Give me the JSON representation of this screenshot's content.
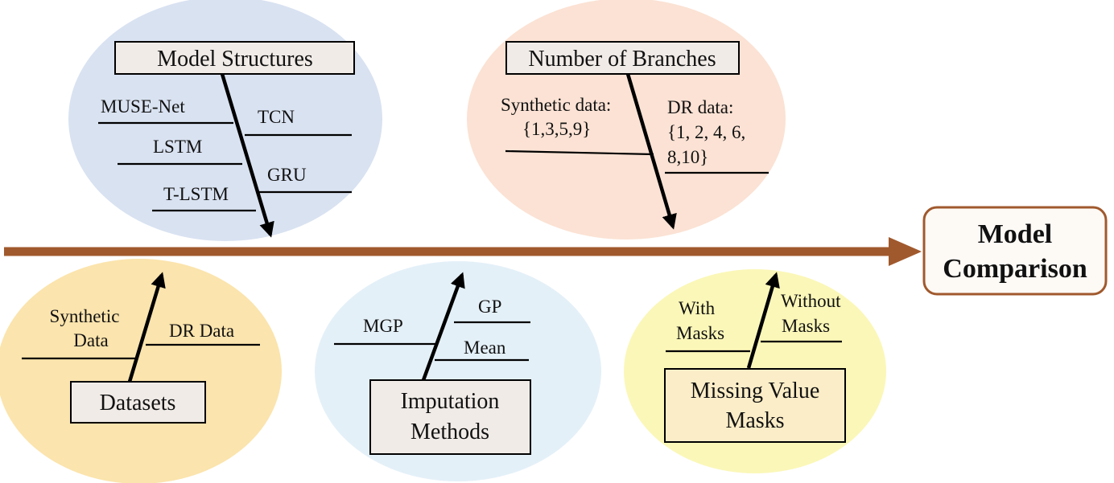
{
  "colors": {
    "spine": "#a0592d",
    "outcome_border": "#a0592d",
    "outcome_fill": "#fdf9f5",
    "label_box_fill": "#f0ebe7",
    "ellipse_blue": "#d9e2f1",
    "ellipse_peach": "#fbe2d4",
    "ellipse_amber": "#fbe4ad",
    "ellipse_lightblue": "#e4f0f8",
    "ellipse_yellow": "#fbf7b8"
  },
  "outcome": {
    "line1": "Model",
    "line2": "Comparison"
  },
  "categories": {
    "model_structures": {
      "title": "Model Structures",
      "branches": [
        "MUSE-Net",
        "TCN",
        "LSTM",
        "GRU",
        "T-LSTM"
      ]
    },
    "number_of_branches": {
      "title": "Number of Branches",
      "synthetic_line1": "Synthetic data:",
      "synthetic_line2": "{1,3,5,9}",
      "dr_line1": "DR data:",
      "dr_line2": "{1, 2, 4, 6,",
      "dr_line3": "8,10}"
    },
    "datasets": {
      "title": "Datasets",
      "synthetic_line1": "Synthetic",
      "synthetic_line2": "Data",
      "dr": "DR Data"
    },
    "imputation_methods": {
      "title_line1": "Imputation",
      "title_line2": "Methods",
      "branches": [
        "MGP",
        "GP",
        "Mean"
      ]
    },
    "missing_value_masks": {
      "title_line1": "Missing Value",
      "title_line2": "Masks",
      "with_line1": "With",
      "with_line2": "Masks",
      "without_line1": "Without",
      "without_line2": "Masks"
    }
  }
}
